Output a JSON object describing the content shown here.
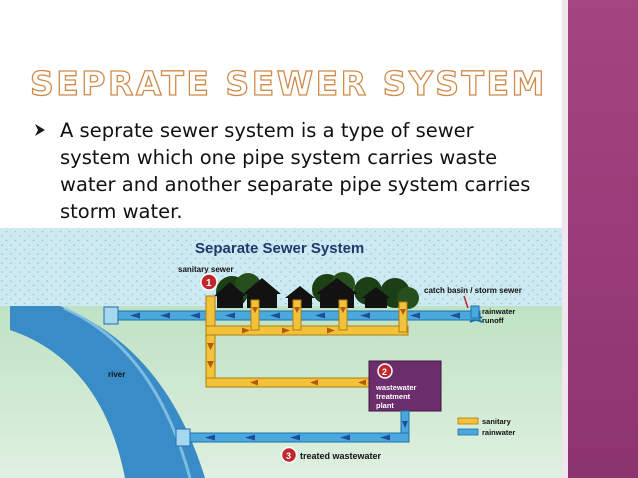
{
  "slide": {
    "title": "Seprate Sewer System",
    "bullet": "A seprate sewer system is a type of sewer system which one  pipe system carries waste water and another separate pipe system carries storm water."
  },
  "diagram": {
    "title": "Separate Sewer System",
    "labels": {
      "sanitary_sewer": "sanitary sewer",
      "catch_basin": "catch basin / storm sewer",
      "rainwater_runoff_1": "rainwater",
      "rainwater_runoff_2": "runoff",
      "river": "river",
      "plant_1": "wastewater",
      "plant_2": "treatment",
      "plant_3": "plant",
      "treated": "treated wastewater"
    },
    "markers": [
      "1",
      "2",
      "3"
    ],
    "legend": [
      {
        "label": "sanitary",
        "color": "#f2c23a"
      },
      {
        "label": "rainwater",
        "color": "#4aa9da"
      }
    ]
  },
  "colors": {
    "accent_sidebar": "#9a3c79",
    "title_outline": "#d08a4a",
    "sanitary_pipe": "#f2c23a",
    "storm_pipe": "#4aa9da",
    "plant": "#6b2d6b",
    "marker": "#c0262c"
  },
  "icons": {
    "bullet": "arrow-bullet-icon",
    "house": "house-icon",
    "tree": "tree-icon",
    "flow_arrow": "arrow-icon"
  }
}
